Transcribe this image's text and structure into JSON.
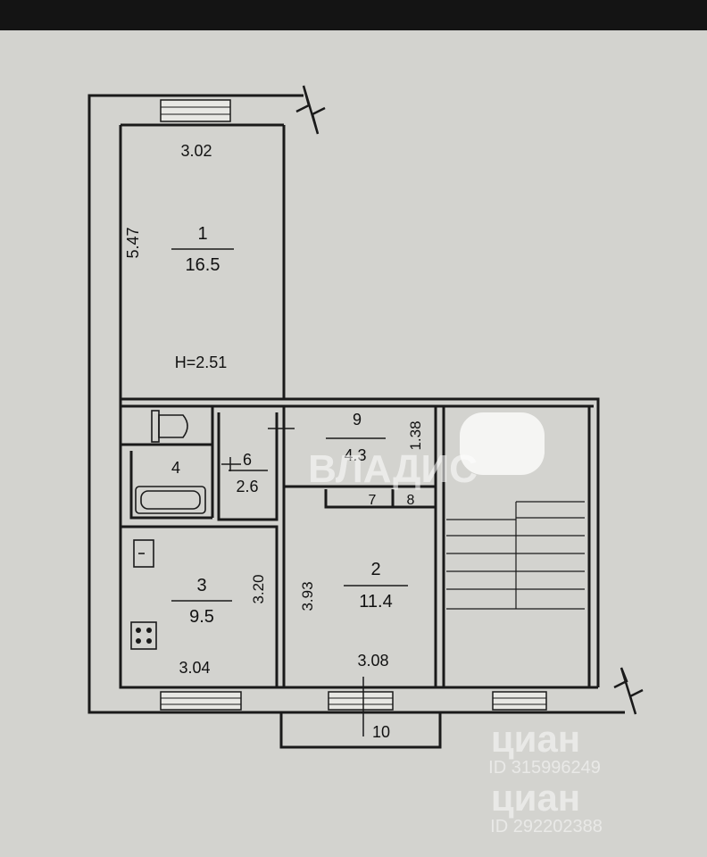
{
  "colors": {
    "background": "#d3d3cf",
    "top_bar": "#141414",
    "wall": "#1a1a1a",
    "watermark": "#ffffff"
  },
  "rooms": {
    "r1": {
      "number": "1",
      "area": "16.5",
      "width": "3.02",
      "length": "5.47",
      "height": "H=2.51"
    },
    "r2": {
      "number": "2",
      "area": "11.4",
      "width": "3.08",
      "length": "3.93"
    },
    "r3": {
      "number": "3",
      "area": "9.5",
      "width": "3.04",
      "length": "3.20"
    },
    "r4": {
      "number": "4"
    },
    "r6": {
      "number": "6",
      "area": "2.6"
    },
    "r7": {
      "number": "7"
    },
    "r8": {
      "number": "8"
    },
    "r9": {
      "number": "9",
      "area": "4.3",
      "width": "1.38"
    },
    "r10": {
      "number": "10"
    }
  },
  "watermarks": {
    "vladis": "ВЛАДИС",
    "cian_1": "циан",
    "cian_id_1": "ID 315996249",
    "cian_2": "циан",
    "cian_id_2": "ID 292202388"
  },
  "icons": [
    "toilet-icon",
    "bathtub-icon",
    "sink-icon",
    "stove-icon",
    "staircase-icon"
  ]
}
